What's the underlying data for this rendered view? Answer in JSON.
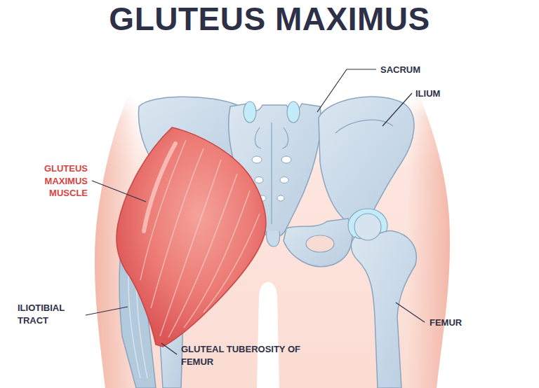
{
  "diagram": {
    "title": "GLUTEUS MAXIMUS",
    "labels": [
      "SACRUM",
      "ILIUM",
      "GLUTEUS MAXIMUS MUSCLE",
      "ILIOTIBIAL TRACT",
      "GLUTEAL TUBEROSITY OF FEMUR",
      "FEMUR"
    ]
  }
}
